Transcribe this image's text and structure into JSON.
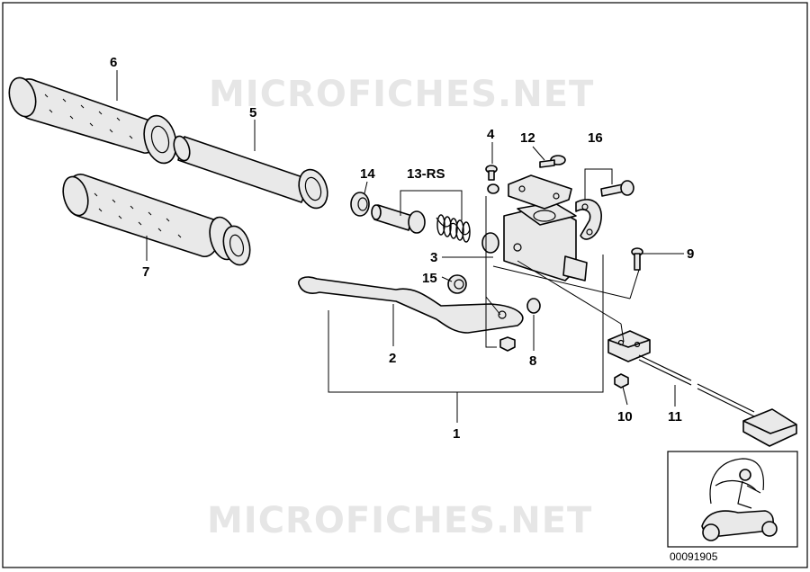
{
  "callouts": {
    "c1": "1",
    "c2": "2",
    "c3": "3",
    "c4": "4",
    "c5": "5",
    "c6": "6",
    "c7": "7",
    "c8": "8",
    "c9": "9",
    "c10": "10",
    "c11": "11",
    "c12": "12",
    "c13": "13-RS",
    "c14": "14",
    "c15": "15",
    "c16": "16"
  },
  "watermark": "MICROFICHES.NET",
  "reference_number": "00091905",
  "icons": {
    "thumbnail": "scooter-rider-icon"
  },
  "colors": {
    "line": "#000000",
    "fill": "#e9e9e9",
    "watermark": "#e6e6e6",
    "background": "#ffffff"
  }
}
